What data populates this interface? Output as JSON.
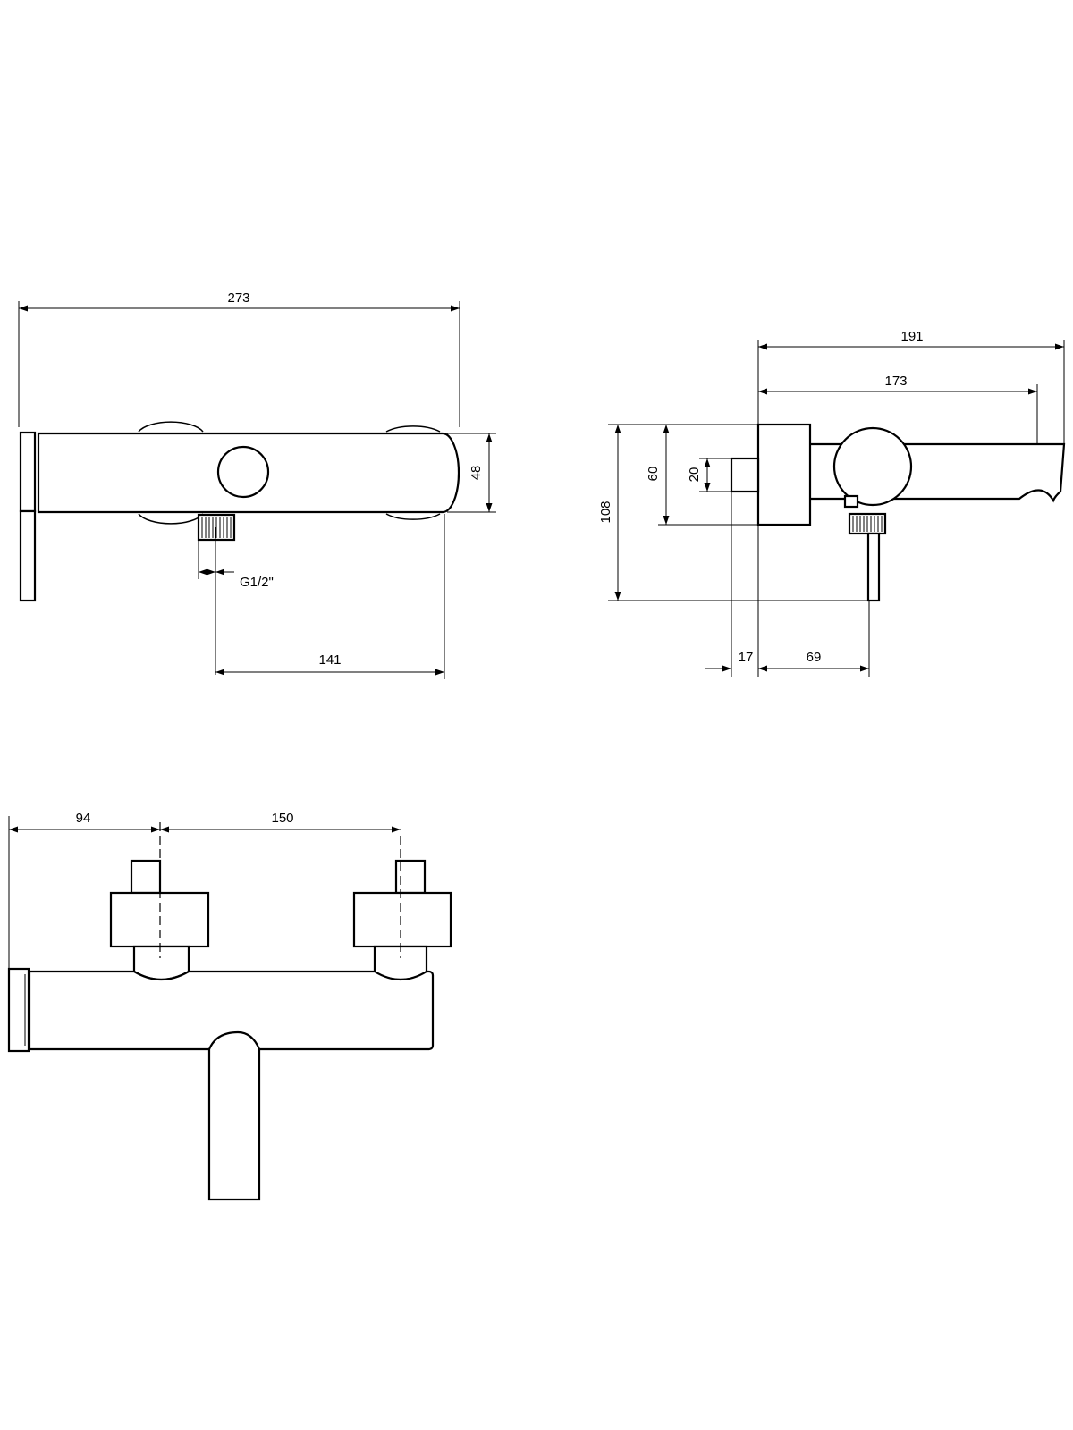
{
  "drawing": {
    "front_view": {
      "overall_width": "273",
      "body_height": "48",
      "inlet_thread": "G1/2\"",
      "outlet_offset": "141"
    },
    "side_view": {
      "overall_depth": "191",
      "spout_depth": "173",
      "total_height": "108",
      "flange_height": "60",
      "eccentric_height": "20",
      "eccentric_depth": "17",
      "outlet_depth": "69"
    },
    "bottom_view": {
      "left_offset": "94",
      "inlet_spacing": "150"
    }
  }
}
